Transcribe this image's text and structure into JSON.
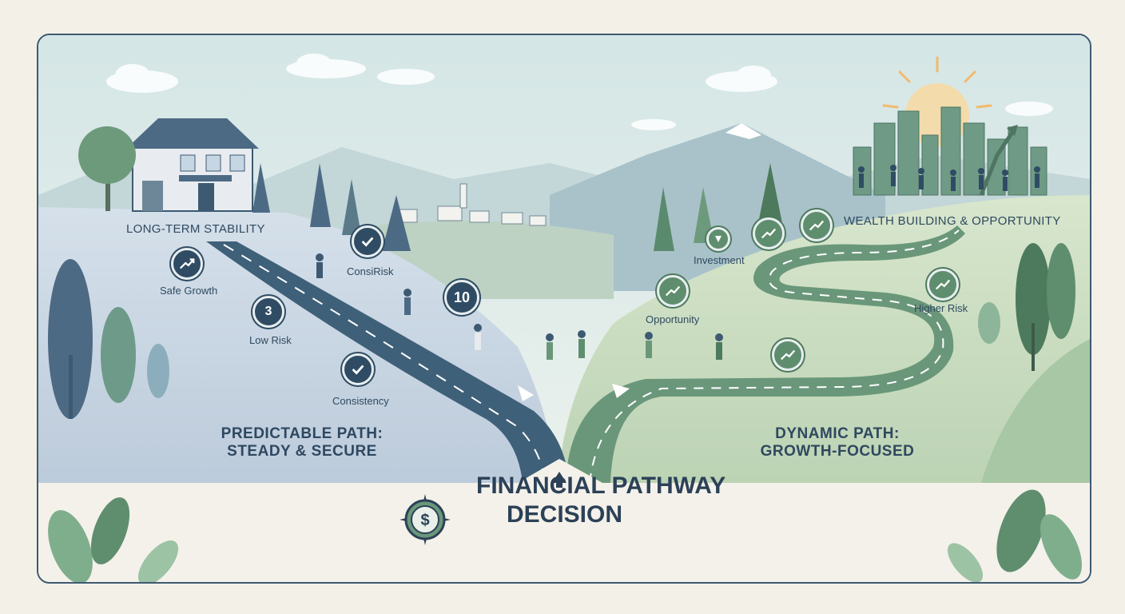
{
  "title": {
    "line1": "FINANCIAL PATHWAY",
    "line2": "DECISION"
  },
  "left_path": {
    "heading": "LONG-TERM STABILITY",
    "label_line1": "PREDICTABLE PATH:",
    "label_line2": "STEADY & SECURE",
    "markers": [
      {
        "text": "Safe Growth",
        "icon": "trend-up-icon"
      },
      {
        "text": "Low Risk",
        "badge": "3"
      },
      {
        "text": "Consistency",
        "icon": "check-icon"
      },
      {
        "text": "ConsiRisk",
        "icon": "check-icon"
      },
      {
        "badge": "10"
      }
    ]
  },
  "right_path": {
    "heading": "WEALTH BUILDING & OPPORTUNITY",
    "label_line1": "DYNAMIC PATH:",
    "label_line2": "GROWTH-FOCUSED",
    "markers": [
      {
        "text": "Investment",
        "icon": "arrow-icon"
      },
      {
        "text": "Opportunity",
        "icon": "trend-up-icon"
      },
      {
        "text": "Higher Risk",
        "icon": "trend-up-icon"
      }
    ]
  },
  "colors": {
    "frame": "#3d5a72",
    "left_tone": "#c9d6e2",
    "right_tone": "#cfe0c8",
    "road_left": "#3f6079",
    "road_right": "#6a977a",
    "title": "#2c4157"
  }
}
